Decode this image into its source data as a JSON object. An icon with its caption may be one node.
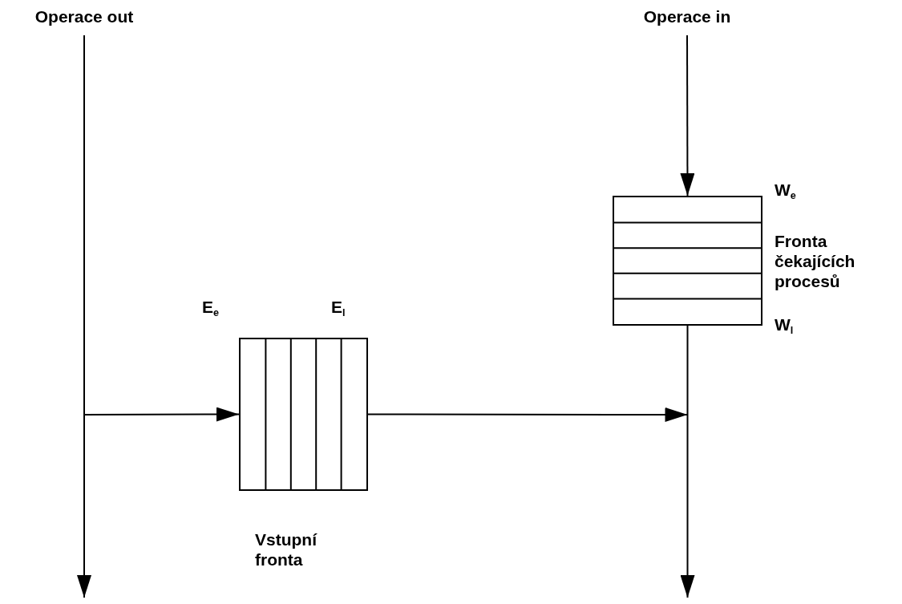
{
  "diagram": {
    "nodes": [
      {
        "text": [
          "Operace out"
        ]
      },
      {
        "text": [
          "Operace in"
        ]
      },
      {
        "text": [
          "Vstupní fronta"
        ],
        "beside": [
          "E$_{e}$",
          "E$_{l}$"
        ]
      },
      {
        "text": [
          "Fronta čekajících procesů"
        ],
        "beside": [
          "W$_{e}$",
          "W$_{l}$"
        ]
      }
    ],
    "edges": [
      {
        "from": 0,
        "to": null,
        "arrow": "to"
      },
      {
        "from": 0,
        "to": 2,
        "arrow": "to"
      },
      {
        "from": 1,
        "to": 3,
        "arrow": "to"
      },
      {
        "from": 2,
        "to": null,
        "arrow": "to"
      },
      {
        "from": 3,
        "to": null,
        "arrow": "to"
      }
    ]
  }
}
